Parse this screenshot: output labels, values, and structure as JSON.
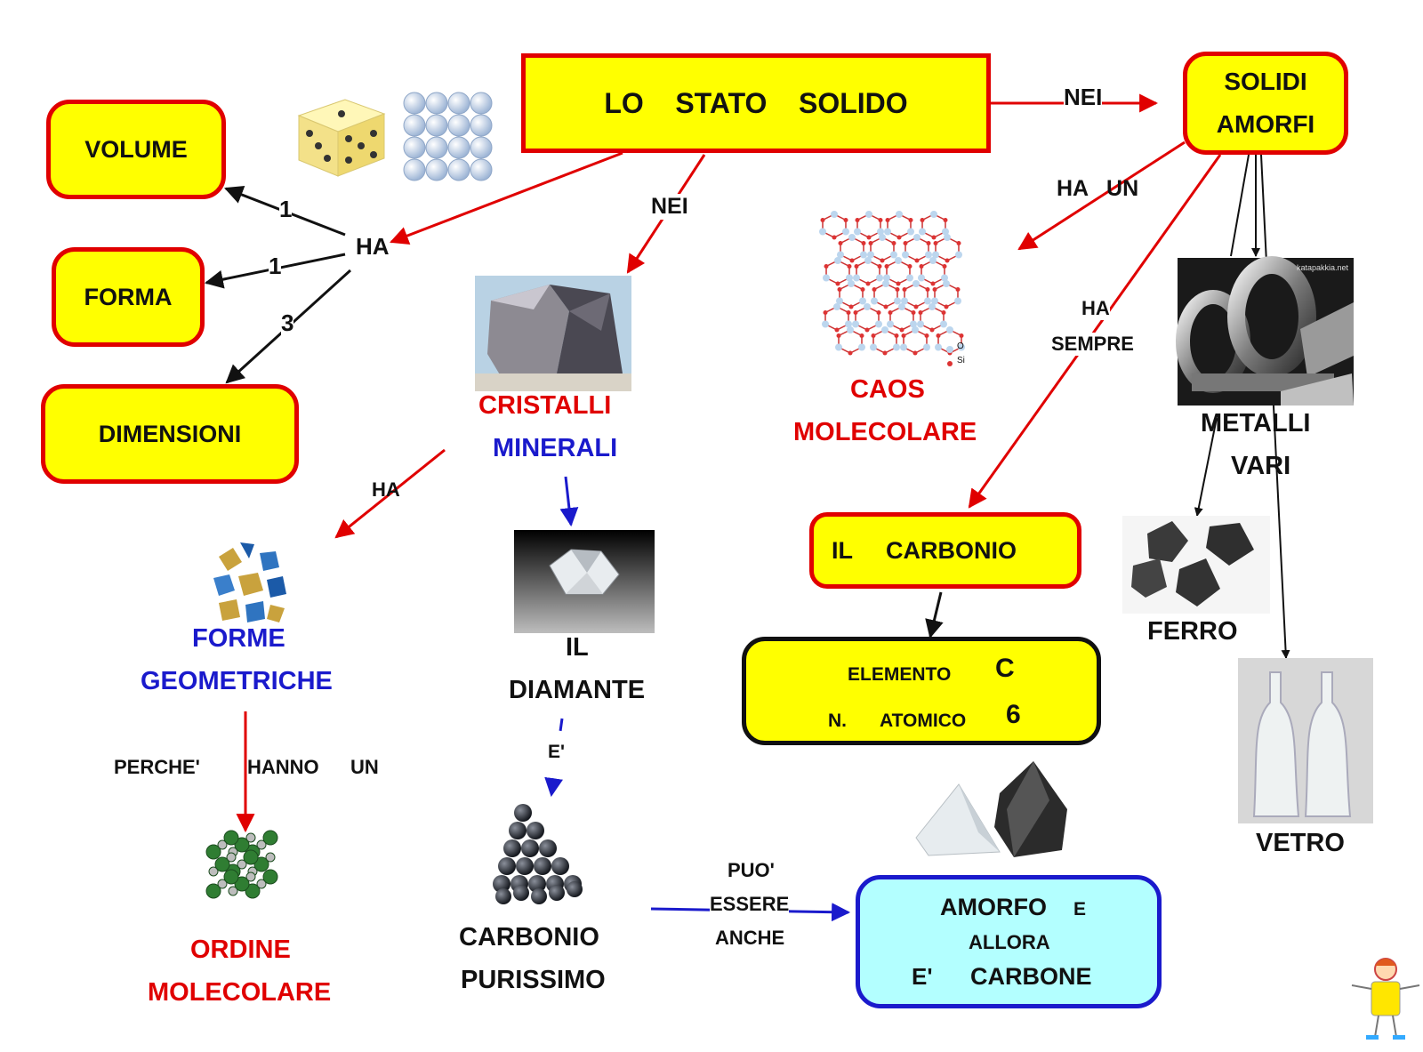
{
  "colors": {
    "box_fill": "#ffff00",
    "box_border": "#e00000",
    "black": "#111111",
    "red": "#e00000",
    "blue": "#1a1acc",
    "cyan_fill": "#b3ffff"
  },
  "title": "LO    STATO    SOLIDO",
  "boxes": {
    "volume": "VOLUME",
    "forma": "FORMA",
    "dimensioni": "DIMENSIONI",
    "solidi_amorfi": [
      "SOLIDI",
      "AMORFI"
    ],
    "carbonio": "IL     CARBONIO",
    "elemento": [
      "ELEMENTO",
      "C",
      "N.",
      "ATOMICO",
      "6"
    ],
    "amorfo": [
      "AMORFO",
      "E",
      "ALLORA",
      "E'",
      "CARBONE"
    ]
  },
  "edges": {
    "nei_top": "NEI",
    "nei_left": "NEI",
    "ha_left": "HA",
    "n1a": "1",
    "n1b": "1",
    "n3": "3",
    "ha_un": "HA   UN",
    "ha_sempre": [
      "HA",
      "SEMPRE"
    ],
    "ha_forme": "HA",
    "perche": "PERCHE'",
    "hanno": "HANNO",
    "un": "UN",
    "e_apos": "E'",
    "puo_essere": [
      "PUO'",
      "ESSERE",
      "ANCHE"
    ]
  },
  "labels": {
    "cristalli": "CRISTALLI",
    "minerali": "MINERALI",
    "caos": [
      "CAOS",
      "MOLECOLARE"
    ],
    "forme": [
      "FORME",
      "GEOMETRICHE"
    ],
    "diamante": [
      "IL",
      "DIAMANTE"
    ],
    "ordine": [
      "ORDINE",
      "MOLECOLARE"
    ],
    "carbonio_puro": [
      "CARBONIO",
      "PURISSIMO"
    ],
    "metalli": [
      "METALLI",
      "VARI"
    ],
    "ferro": "FERRO",
    "vetro": "VETRO",
    "lattice_legend": [
      "O",
      "Si"
    ],
    "metal_watermark": "katapakkia.net"
  }
}
